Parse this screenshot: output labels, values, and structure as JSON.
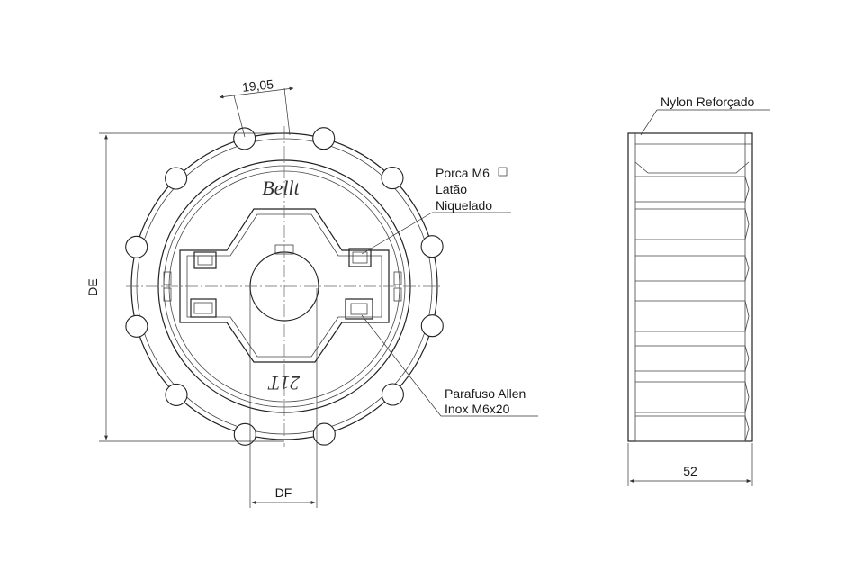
{
  "dimensions": {
    "pitch": "19,05",
    "outer_diameter": "DE",
    "bore_diameter": "DF",
    "width": "52"
  },
  "callouts": {
    "nut_line1": "Porca M6",
    "nut_line2": "Latão",
    "nut_line3": "Niquelado",
    "screw_line1": "Parafuso Allen",
    "screw_line2": "Inox M6x20",
    "material": "Nylon Reforçado"
  },
  "engraving": {
    "brand": "Bellt",
    "teeth_mark": "21T"
  },
  "colors": {
    "line": "#222222",
    "text": "#1a1a1a"
  }
}
